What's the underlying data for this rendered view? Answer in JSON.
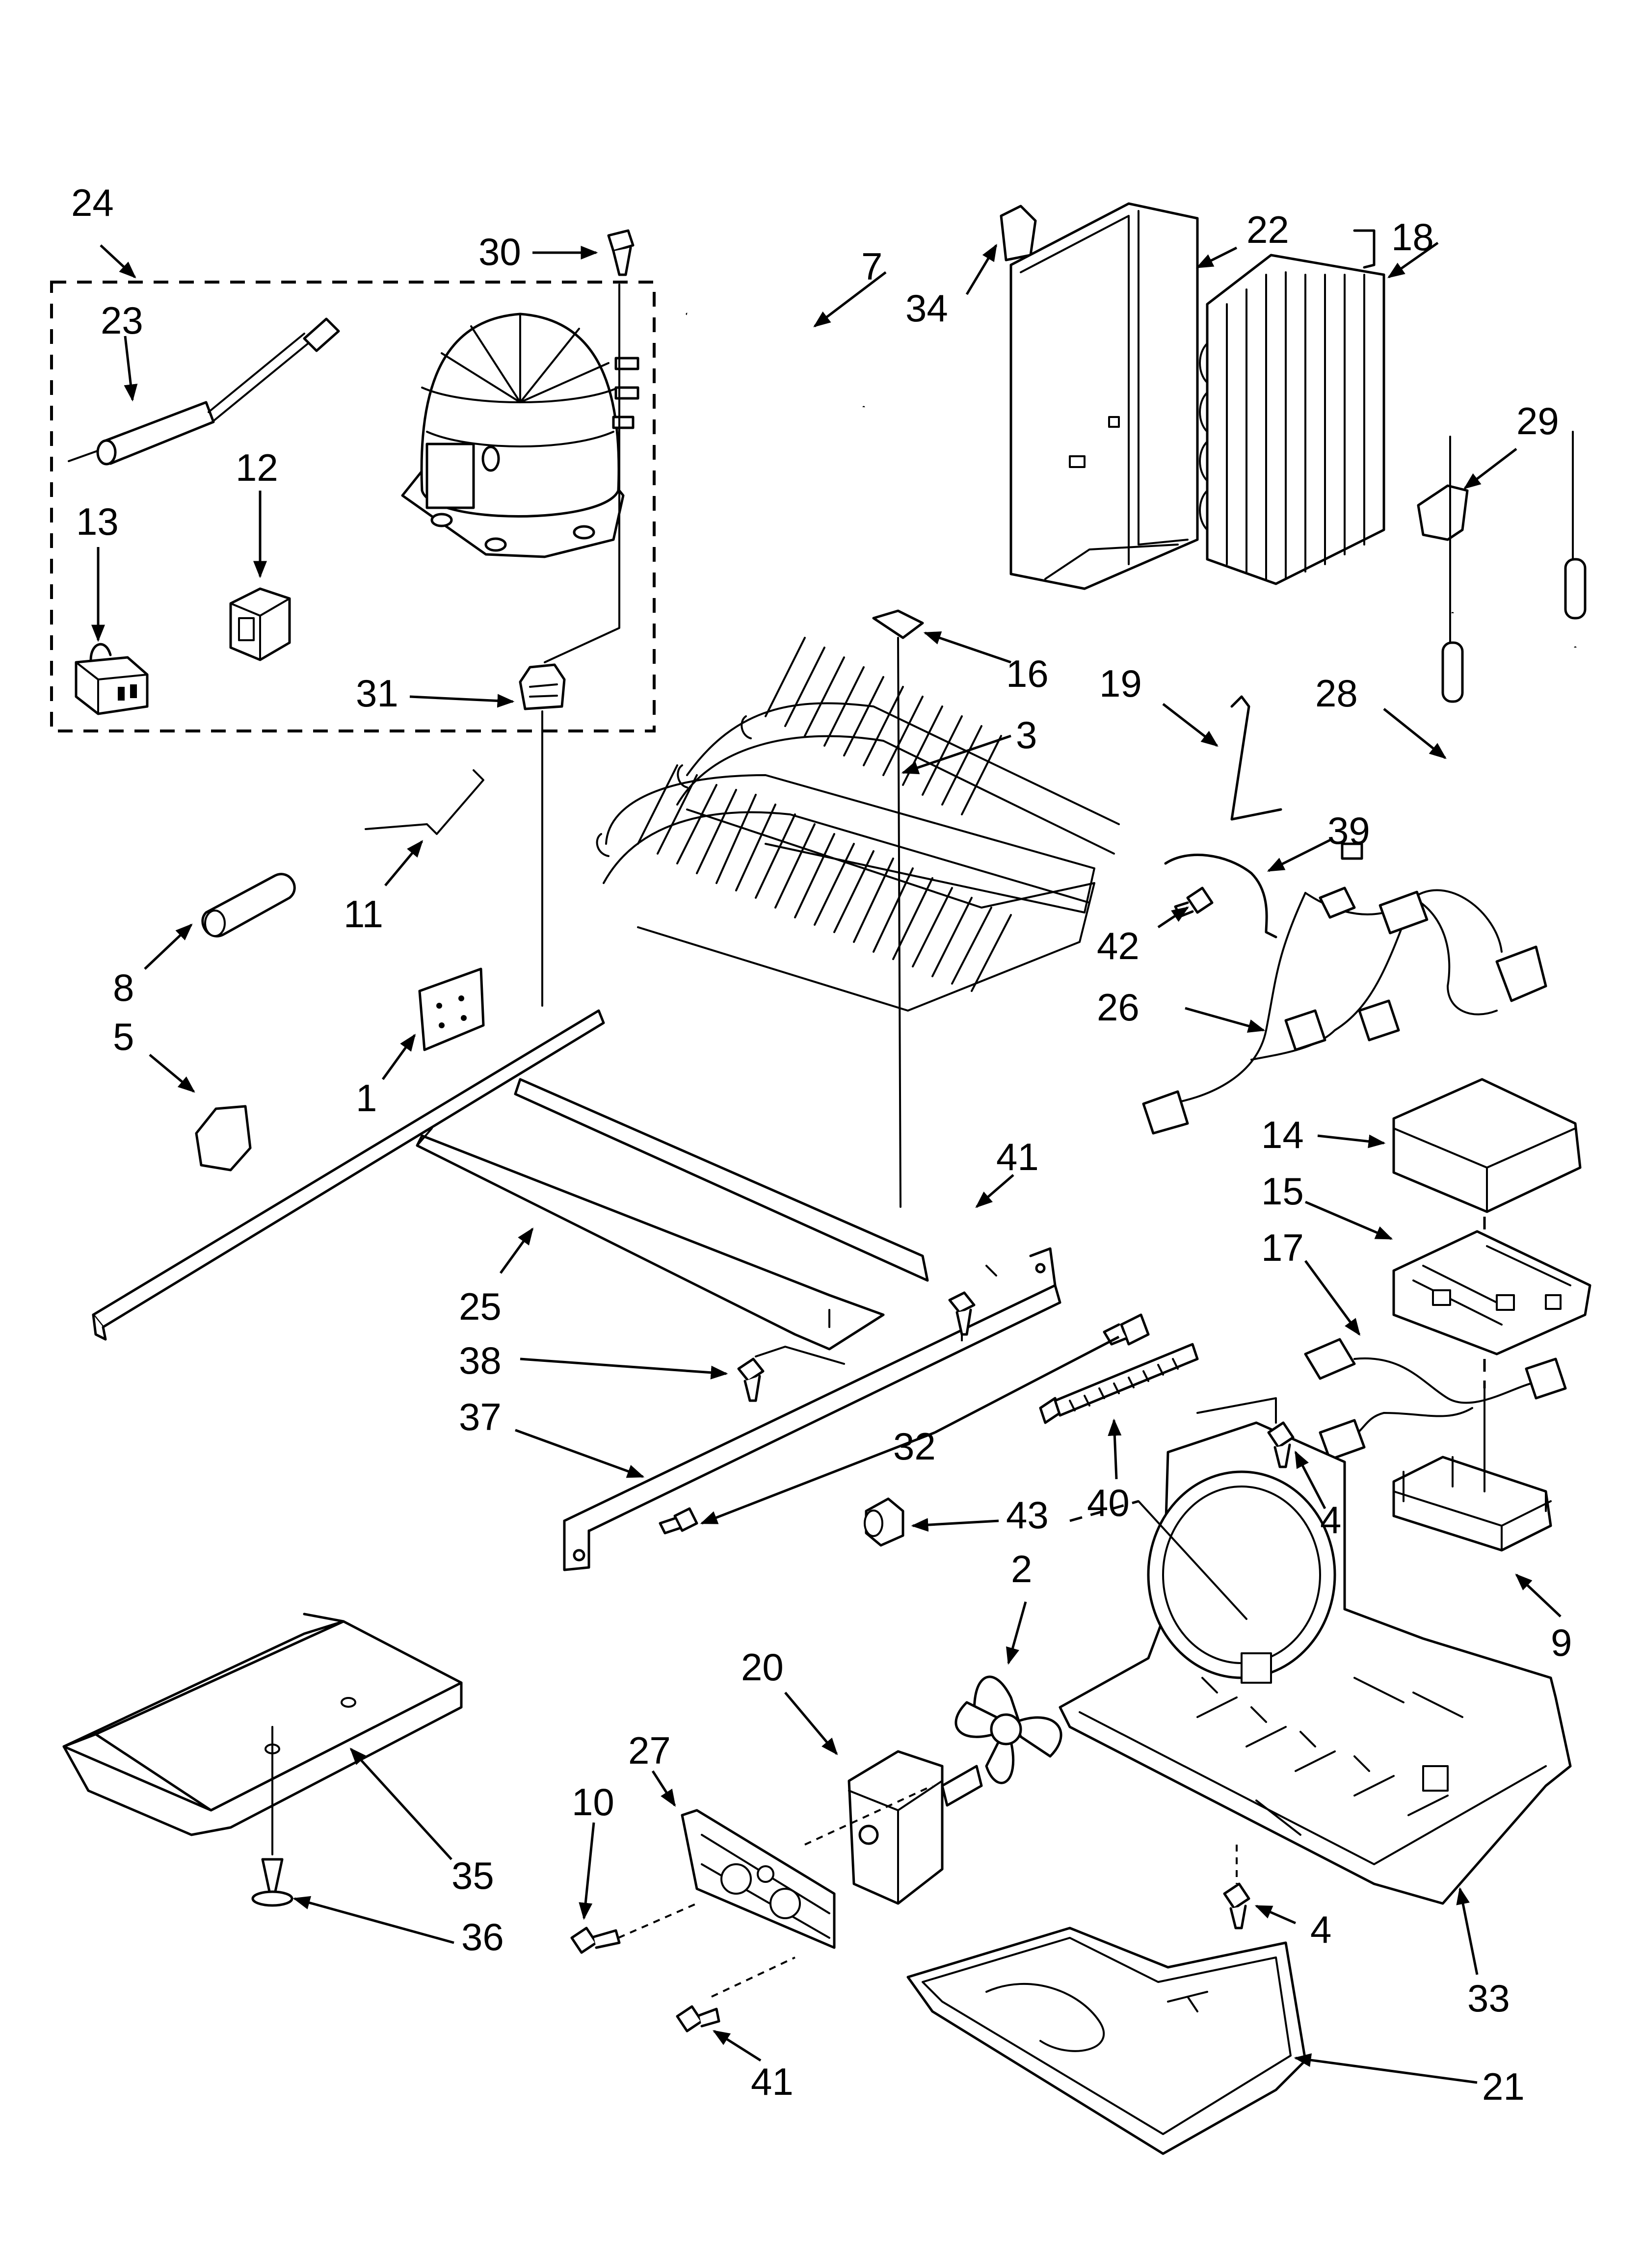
{
  "diagram": {
    "callouts": [
      {
        "id": "c24",
        "label": "24"
      },
      {
        "id": "c30",
        "label": "30"
      },
      {
        "id": "c23",
        "label": "23"
      },
      {
        "id": "c12",
        "label": "12"
      },
      {
        "id": "c13",
        "label": "13"
      },
      {
        "id": "c31",
        "label": "31"
      },
      {
        "id": "c7",
        "label": "7"
      },
      {
        "id": "c34",
        "label": "34"
      },
      {
        "id": "c22",
        "label": "22"
      },
      {
        "id": "c18",
        "label": "18"
      },
      {
        "id": "c29",
        "label": "29"
      },
      {
        "id": "c16",
        "label": "16"
      },
      {
        "id": "c3",
        "label": "3"
      },
      {
        "id": "c19",
        "label": "19"
      },
      {
        "id": "c28",
        "label": "28"
      },
      {
        "id": "c11",
        "label": "11"
      },
      {
        "id": "c8",
        "label": "8"
      },
      {
        "id": "c5",
        "label": "5"
      },
      {
        "id": "c1",
        "label": "1"
      },
      {
        "id": "c39",
        "label": "39"
      },
      {
        "id": "c42",
        "label": "42"
      },
      {
        "id": "c26",
        "label": "26"
      },
      {
        "id": "c41a",
        "label": "41"
      },
      {
        "id": "c14",
        "label": "14"
      },
      {
        "id": "c15",
        "label": "15"
      },
      {
        "id": "c17",
        "label": "17"
      },
      {
        "id": "c25",
        "label": "25"
      },
      {
        "id": "c38",
        "label": "38"
      },
      {
        "id": "c37",
        "label": "37"
      },
      {
        "id": "c32",
        "label": "32"
      },
      {
        "id": "c40",
        "label": "40"
      },
      {
        "id": "c4a",
        "label": "4"
      },
      {
        "id": "c43",
        "label": "43"
      },
      {
        "id": "c2",
        "label": "2"
      },
      {
        "id": "c9",
        "label": "9"
      },
      {
        "id": "c20",
        "label": "20"
      },
      {
        "id": "c27",
        "label": "27"
      },
      {
        "id": "c10",
        "label": "10"
      },
      {
        "id": "c35",
        "label": "35"
      },
      {
        "id": "c36",
        "label": "36"
      },
      {
        "id": "c4b",
        "label": "4"
      },
      {
        "id": "c33",
        "label": "33"
      },
      {
        "id": "c41b",
        "label": "41"
      },
      {
        "id": "c21",
        "label": "21"
      }
    ]
  }
}
